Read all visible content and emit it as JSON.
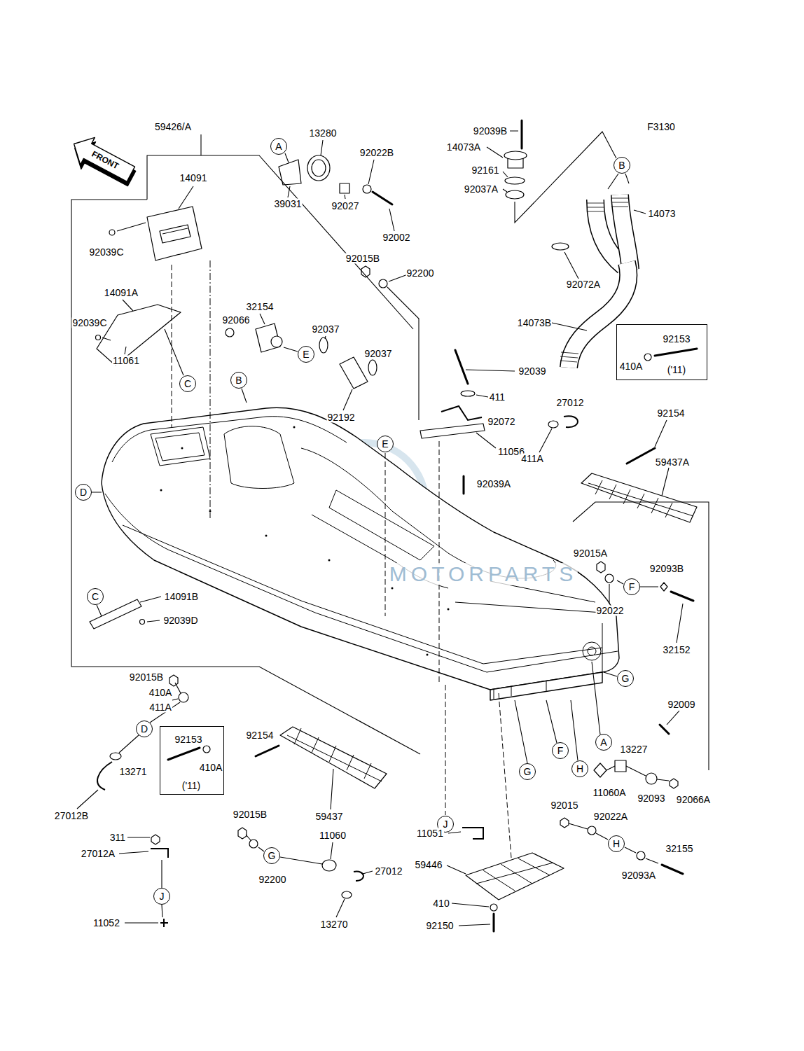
{
  "diagram": {
    "nodes": [
      {
        "text": [
          "A"
        ]
      },
      {
        "text": [
          "B"
        ]
      },
      {
        "text": [
          "92153",
          "410A",
          "('11)"
        ]
      },
      {
        "text": [
          "E"
        ]
      },
      {
        "text": [
          "B"
        ]
      },
      {
        "text": [
          "C"
        ]
      },
      {
        "text": [
          "E"
        ]
      },
      {
        "text": [
          "D"
        ]
      },
      {
        "text": [
          "F"
        ]
      },
      {
        "text": [
          "C"
        ]
      },
      {
        "text": [
          "G"
        ]
      },
      {
        "text": [
          "92153",
          "410A",
          "('11)"
        ]
      },
      {
        "text": [
          "D"
        ]
      },
      {
        "text": [
          "A"
        ]
      },
      {
        "text": [
          "F"
        ]
      },
      {
        "text": [
          "H"
        ]
      },
      {
        "text": [
          "G"
        ]
      },
      {
        "text": [
          "J"
        ]
      },
      {
        "text": [
          "H"
        ]
      },
      {
        "text": [
          "G"
        ]
      },
      {
        "text": [
          "J"
        ]
      }
    ],
    "labels": [
      "59426/A",
      "F3130",
      "FRONT",
      "92039B",
      "13280",
      "14073A",
      "92022B",
      "92161",
      "14091",
      "92037A",
      "39031",
      "92027",
      "14073",
      "92002",
      "92039C",
      "92015B",
      "92200",
      "92072A",
      "14091A",
      "32154",
      "92066",
      "92039C",
      "14073B",
      "92037",
      "92037",
      "11061",
      "92039",
      "411",
      "27012",
      "92154",
      "92192",
      "92072",
      "11056",
      "411A",
      "92039A",
      "59437A",
      "92015A",
      "92093B",
      "14091B",
      "92022",
      "92039D",
      "32152",
      "92015B",
      "410A",
      "411A",
      "92009",
      "92154",
      "13227",
      "13271",
      "11060A",
      "92093",
      "92066A",
      "92015",
      "59437",
      "27012B",
      "92015B",
      "92022A",
      "11051",
      "11060",
      "311",
      "32155",
      "27012A",
      "59446",
      "27012",
      "92093A",
      "92200",
      "410",
      "11052",
      "13270",
      "92150",
      "MOTORPARTS"
    ]
  }
}
